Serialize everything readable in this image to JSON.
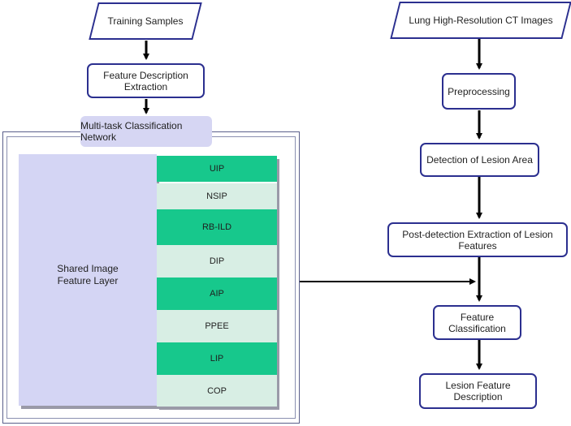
{
  "left_branch": {
    "training_samples": "Training Samples",
    "feature_description_extraction": "Feature Description Extraction"
  },
  "network": {
    "title": "Multi-task Classification Network",
    "shared_layer": "Shared Image Feature Layer",
    "classes": [
      "UIP",
      "NSIP",
      "RB-ILD",
      "DIP",
      "AIP",
      "PPEE",
      "LIP",
      "COP"
    ]
  },
  "right_branch": {
    "input": "Lung High-Resolution CT Images",
    "preprocessing": "Preprocessing",
    "detection": "Detection of Lesion Area",
    "post_detection": "Post-detection Extraction of Lesion Features",
    "classification": "Feature Classification",
    "description": "Lesion Feature Description"
  },
  "colors": {
    "box_border": "#2b2f8f",
    "class_dark": "#17c88c",
    "class_light": "#d8eee4",
    "shared_layer": "#d4d5f4"
  }
}
